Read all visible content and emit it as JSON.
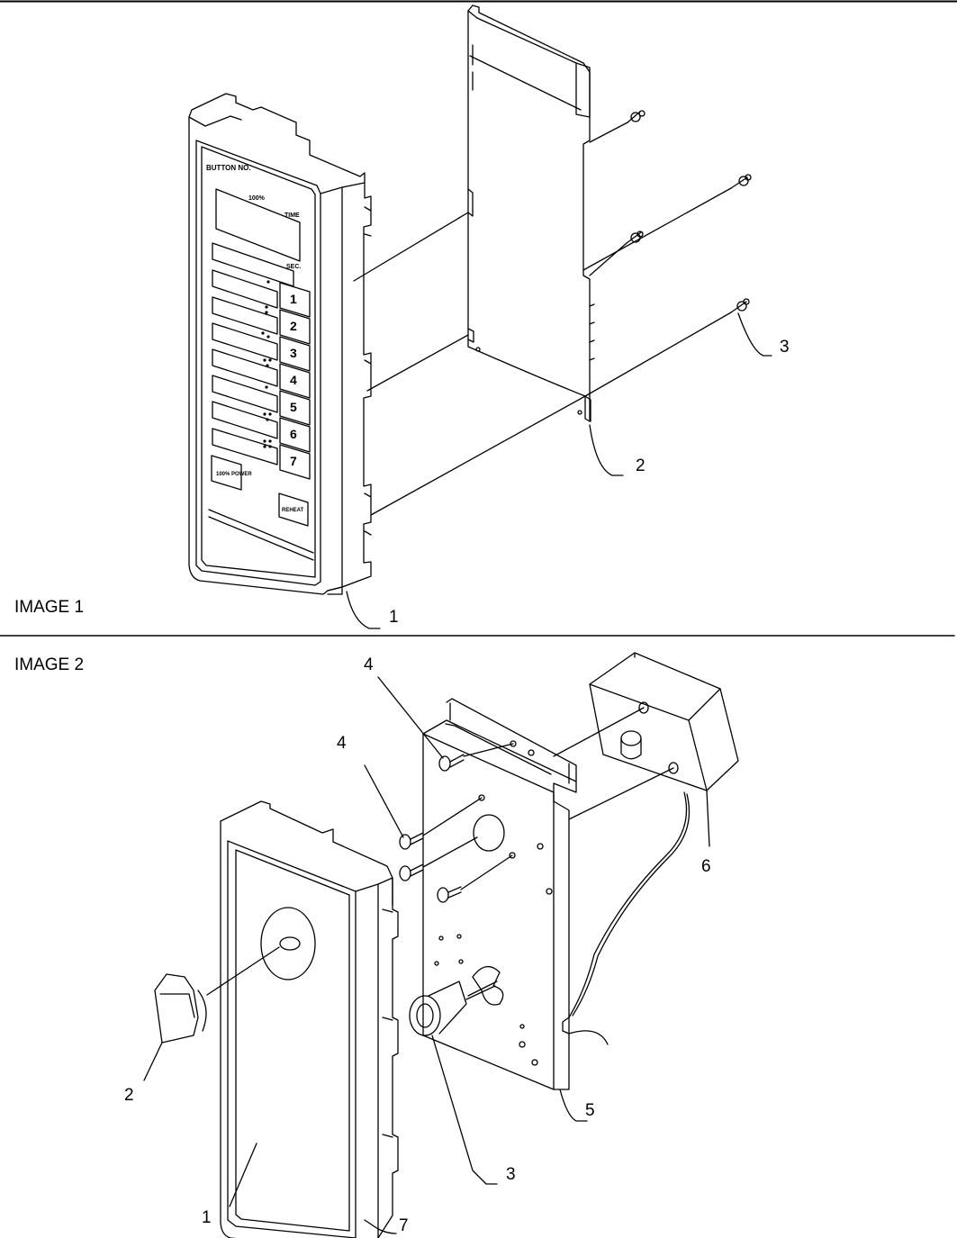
{
  "image1": {
    "title": "IMAGE 1",
    "panel": {
      "button_no": "BUTTON NO.",
      "power_100": "100%",
      "time": "TIME",
      "sec": "SEC.",
      "keys": [
        "1",
        "2",
        "3",
        "4",
        "5",
        "6",
        "7"
      ],
      "power_button": "100% POWER",
      "reheat_button": "REHEAT"
    },
    "callouts": [
      "1",
      "2",
      "3"
    ]
  },
  "image2": {
    "title": "IMAGE 2",
    "callouts": [
      "1",
      "2",
      "3",
      "4",
      "4",
      "5",
      "6",
      "7"
    ]
  }
}
